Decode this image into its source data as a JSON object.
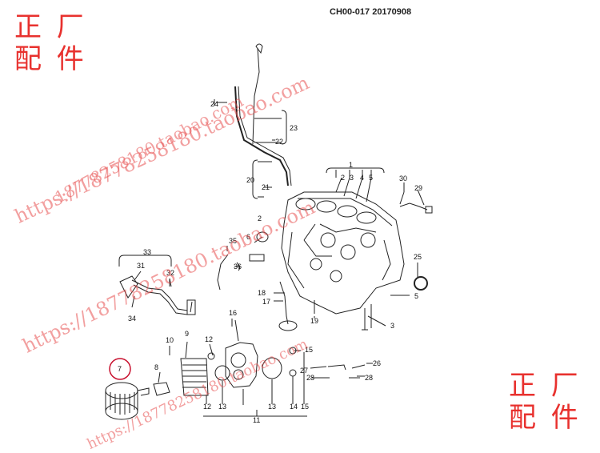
{
  "header": {
    "code": "CH00-017 20170908"
  },
  "brand": {
    "line1": "正 厂",
    "line2": "配 件"
  },
  "watermarks": [
    "https://18778258180.taobao.com",
    "18778258180.taobao.com",
    "https://18778258180.taobao.com",
    "https://18778258180.taobao.com"
  ],
  "colors": {
    "brand": "#e8312e",
    "highlight": "#c8102e",
    "line": "#222222"
  },
  "callouts": {
    "c1": "1",
    "c2a": "2",
    "c2": "2",
    "c3a": "3",
    "c3": "3",
    "c4": "4",
    "c5a": "5",
    "c5": "5",
    "c6": "6",
    "c7": "7",
    "c8": "8",
    "c9": "9",
    "c10": "10",
    "c11": "11",
    "c12a": "12",
    "c12": "12",
    "c13a": "13",
    "c13": "13",
    "c14": "14",
    "c15a": "15",
    "c15": "15",
    "c16": "16",
    "c17": "17",
    "c18": "18",
    "c19": "19",
    "c20": "20",
    "c21": "21",
    "c22": "22",
    "c23": "23",
    "c24": "24",
    "c25": "25",
    "c26": "26",
    "c27": "27",
    "c28a": "28",
    "c28": "28",
    "c29": "29",
    "c30": "30",
    "c31": "31",
    "c32": "32",
    "c33": "33",
    "c34": "34",
    "c35": "35",
    "c36": "36"
  },
  "highlighted_part": "7"
}
